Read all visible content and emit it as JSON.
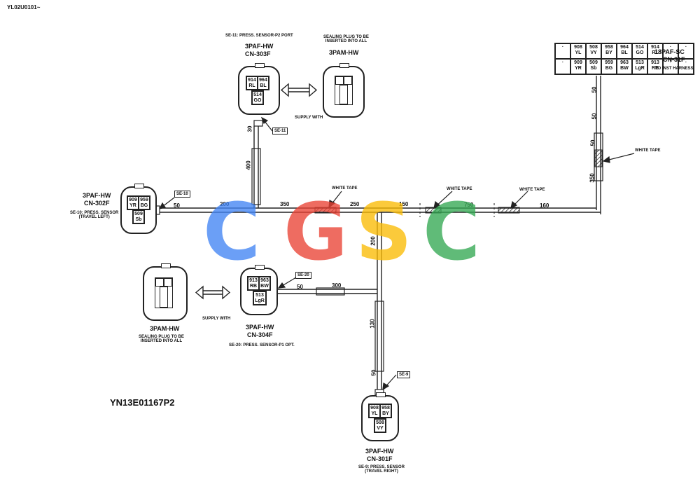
{
  "doc_id": "YL02U0101~",
  "drawing_no": "YN13E01167P2",
  "watermark": {
    "letters": [
      "C",
      "G",
      "S",
      "C"
    ],
    "colors": [
      "#4285F4",
      "#EA4335",
      "#FBBC05",
      "#34A853"
    ]
  },
  "connectors": {
    "cn303f": {
      "note": "SE-11: PRESS. SENSOR-P2 PORT",
      "type": "3PAF-HW",
      "name": "CN-303F",
      "pins": [
        "914\nRL",
        "964\nBL",
        "514\nGO"
      ],
      "tag": "SE-11"
    },
    "plug_top": {
      "note": "SEALING PLUG TO BE\nINSERTED INTO ALL",
      "type": "3PAM-HW",
      "supply": "SUPPLY WITH"
    },
    "cn302f": {
      "type": "3PAF-HW",
      "name": "CN-302F",
      "note": "SE-10: PRESS. SENSOR\n(TRAVEL LEFT)",
      "pins": [
        "909\nYR",
        "959\nBG",
        "509\nSb"
      ],
      "tag": "SE-10"
    },
    "plug_bottom": {
      "type": "3PAM-HW",
      "note": "SEALING PLUG TO BE\nINSERTED INTO ALL",
      "supply": "SUPPLY WITH"
    },
    "cn304f": {
      "type": "3PAF-HW",
      "name": "CN-304F",
      "note": "SE-20: PRESS. SENSOR-P1 OPT.",
      "pins": [
        "913\nRB",
        "963\nBW",
        "513\nLgR"
      ],
      "tag": "SE-20"
    },
    "cn301f": {
      "type": "3PAF-HW",
      "name": "CN-301F",
      "note": "SE-9: PRESS. SENSOR\n(TRAVEL RIGHT)",
      "pins": [
        "908\nYL",
        "958\nBY",
        "508\nVY"
      ],
      "tag": "SE-9"
    },
    "cn31f": {
      "type": "18PAF-SC",
      "name": "CN-31F",
      "note": "TO INST HARNESS",
      "row1": [
        "·",
        "908\nYL",
        "508\nVY",
        "958\nBY",
        "964\nBL",
        "514\nGO",
        "914\nRL",
        "·",
        "·"
      ],
      "row2": [
        "·",
        "909\nYR",
        "509\nSb",
        "959\nBG",
        "963\nBW",
        "513\nLgR",
        "913\nRB",
        "·",
        "·"
      ]
    }
  },
  "lengths": {
    "top_50a": "50",
    "top_50b": "50",
    "right_50": "50",
    "right_350": "350",
    "cn303_30": "30",
    "cn303_400": "400",
    "left_50": "50",
    "main_200": "200",
    "main_350": "350",
    "main_250": "250",
    "main_150": "150",
    "main_750": "750",
    "main_160": "160",
    "drop_200": "200",
    "br_50": "50",
    "br_300": "300",
    "down_130": "130",
    "down_50": "50"
  },
  "tape_labels": {
    "a": "WHITE TAPE",
    "b": "WHITE TAPE",
    "c": "WHITE TAPE",
    "d": "WHITE TAPE"
  }
}
